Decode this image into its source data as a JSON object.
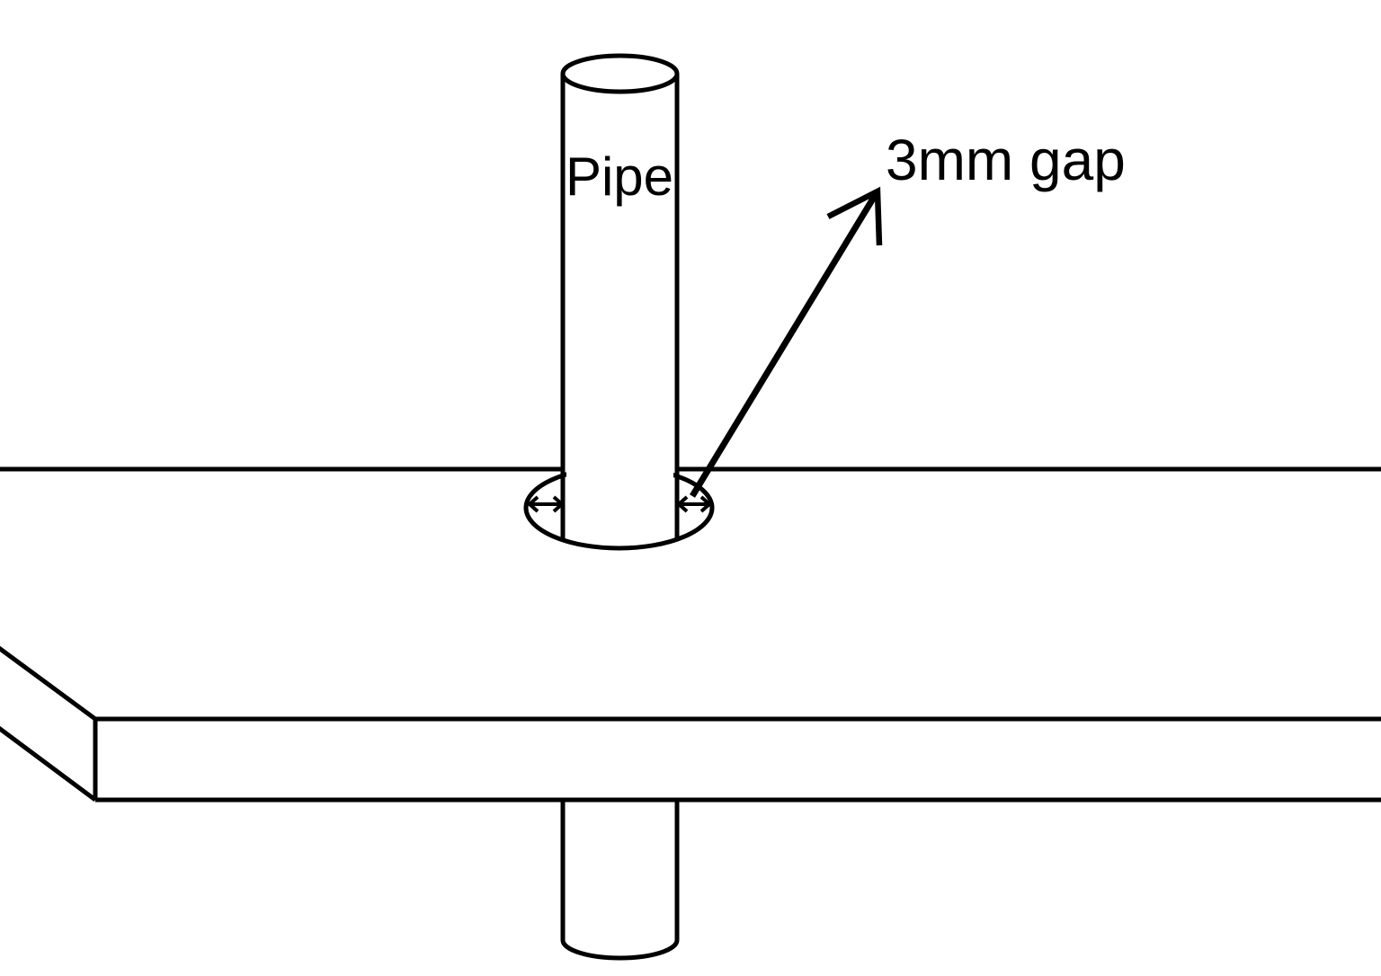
{
  "diagram": {
    "type": "technical-illustration",
    "subject": "pipe passing through a plate with clearance hole",
    "pipe_label": "Pipe",
    "gap_label": "3mm gap"
  },
  "colors": {
    "line": "#000000",
    "background": "#ffffff"
  }
}
